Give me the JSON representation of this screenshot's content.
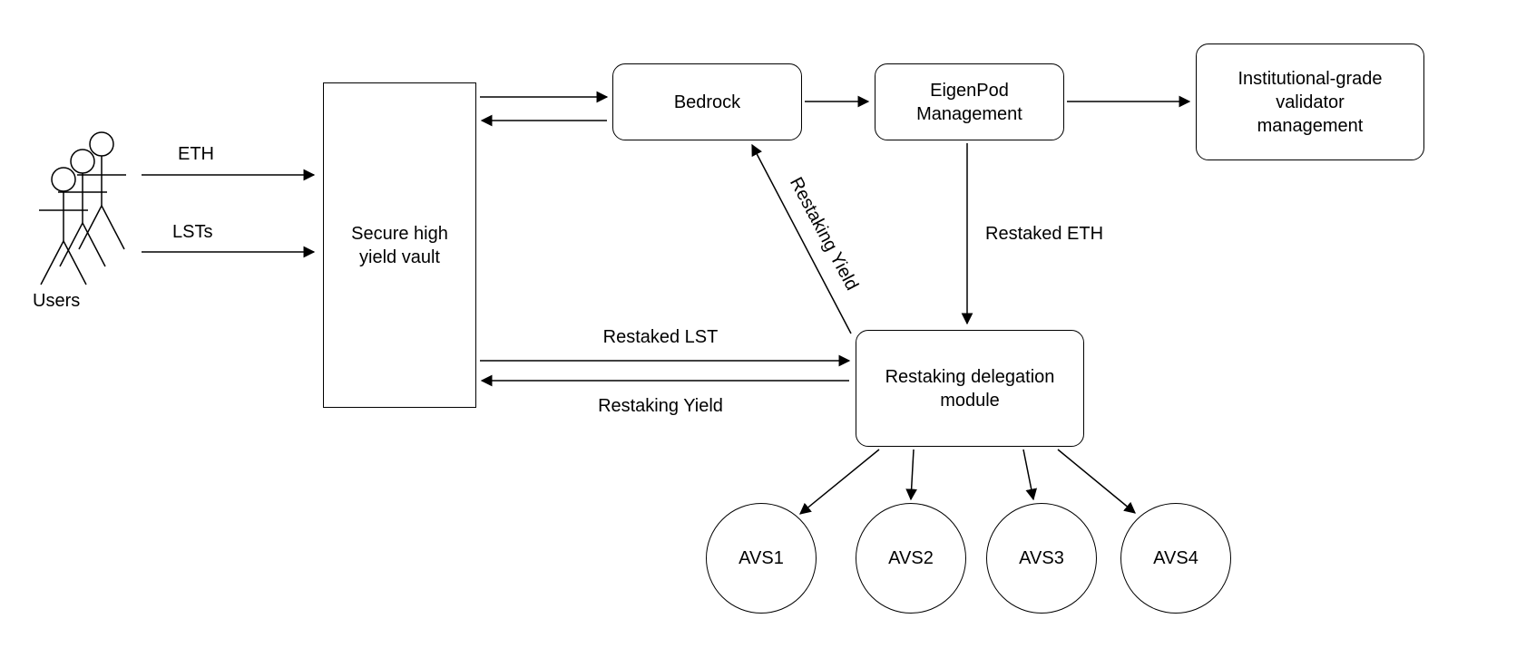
{
  "diagram": {
    "background_color": "#ffffff",
    "stroke_color": "#000000",
    "nodes": {
      "users": {
        "label": "Users",
        "shape": "actor-group"
      },
      "vault": {
        "label": "Secure high yield vault",
        "shape": "rectangle"
      },
      "bedrock": {
        "label": "Bedrock",
        "shape": "rounded-rectangle"
      },
      "eigenpod": {
        "label": "EigenPod Management",
        "shape": "rounded-rectangle"
      },
      "validator": {
        "label": "Institutional-grade validator management",
        "shape": "rounded-rectangle"
      },
      "module": {
        "label": "Restaking delegation module",
        "shape": "rounded-rectangle"
      },
      "avs1": {
        "label": "AVS1",
        "shape": "circle"
      },
      "avs2": {
        "label": "AVS2",
        "shape": "circle"
      },
      "avs3": {
        "label": "AVS3",
        "shape": "circle"
      },
      "avs4": {
        "label": "AVS4",
        "shape": "circle"
      }
    },
    "edges": {
      "eth": {
        "label": "ETH",
        "from": "users",
        "to": "vault"
      },
      "lsts": {
        "label": "LSTs",
        "from": "users",
        "to": "vault"
      },
      "vault_to_bedrock": {
        "label": "",
        "from": "vault",
        "to": "bedrock"
      },
      "bedrock_to_vault": {
        "label": "",
        "from": "bedrock",
        "to": "vault"
      },
      "bedrock_to_eigenpod": {
        "label": "",
        "from": "bedrock",
        "to": "eigenpod"
      },
      "eigenpod_to_validator": {
        "label": "",
        "from": "eigenpod",
        "to": "validator"
      },
      "restaked_eth": {
        "label": "Restaked ETH",
        "from": "eigenpod",
        "to": "module"
      },
      "restaking_yield_to_bedrock": {
        "label": "Restaking Yield",
        "from": "module",
        "to": "bedrock"
      },
      "restaked_lst": {
        "label": "Restaked LST",
        "from": "vault",
        "to": "module"
      },
      "restaking_yield_to_vault": {
        "label": "Restaking Yield",
        "from": "module",
        "to": "vault"
      },
      "module_to_avs1": {
        "label": "",
        "from": "module",
        "to": "avs1"
      },
      "module_to_avs2": {
        "label": "",
        "from": "module",
        "to": "avs2"
      },
      "module_to_avs3": {
        "label": "",
        "from": "module",
        "to": "avs3"
      },
      "module_to_avs4": {
        "label": "",
        "from": "module",
        "to": "avs4"
      }
    }
  }
}
